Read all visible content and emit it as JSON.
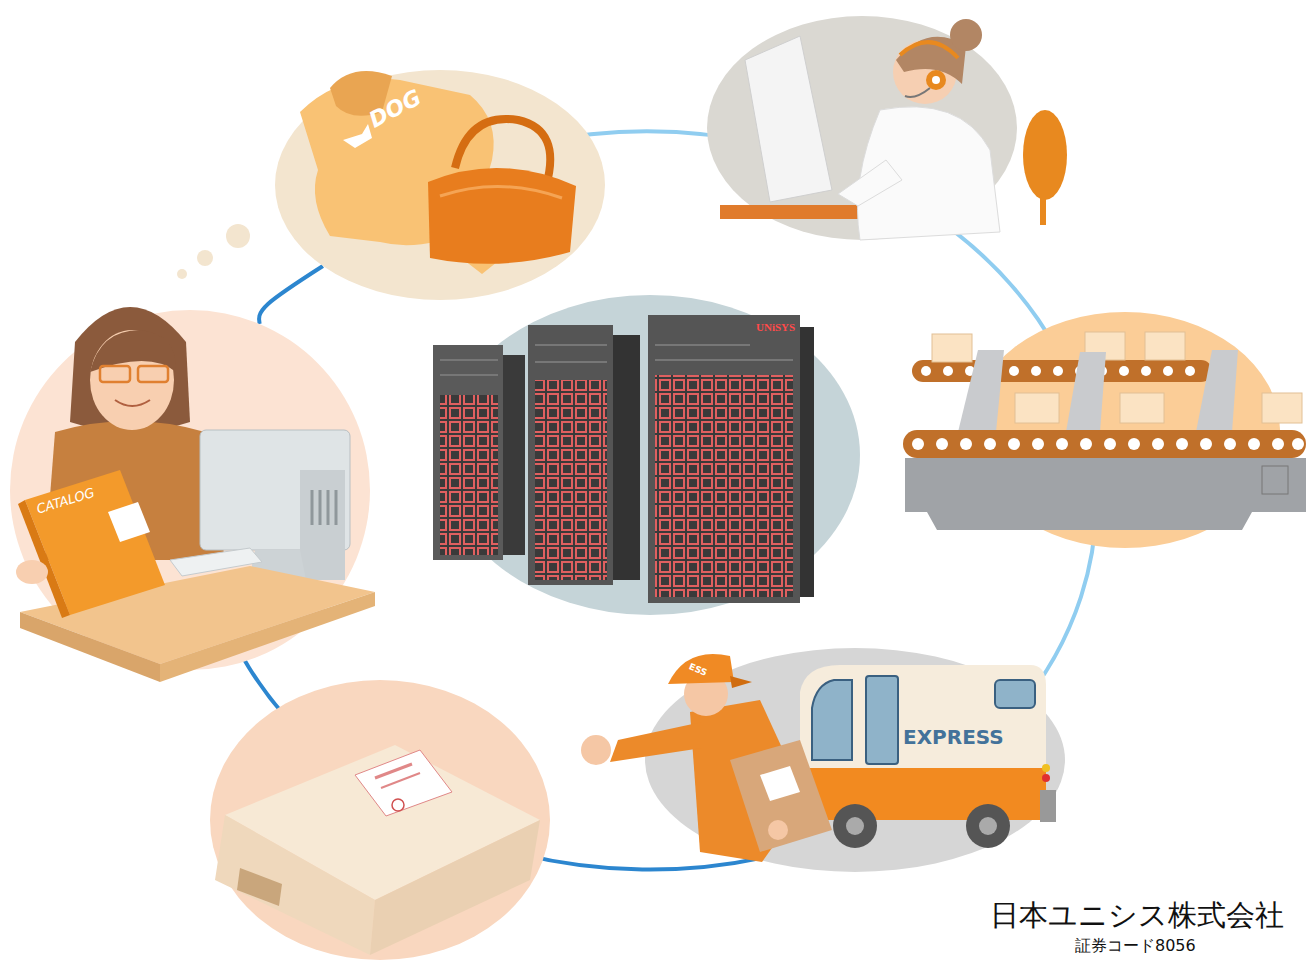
{
  "diagram": {
    "nodes": [
      {
        "text": [
          "DOG"
        ]
      },
      {
        "text": [
          "CATALOG"
        ]
      },
      {
        "text": [
          "UNiSYS"
        ]
      },
      {
        "text": [
          "EXPRESS",
          "ESS"
        ]
      }
    ],
    "edges": [
      {
        "from": 1,
        "to": 0,
        "arrow": "none"
      }
    ],
    "labels": [
      "日本ユニシス株式会社",
      "証券コード8056"
    ]
  }
}
